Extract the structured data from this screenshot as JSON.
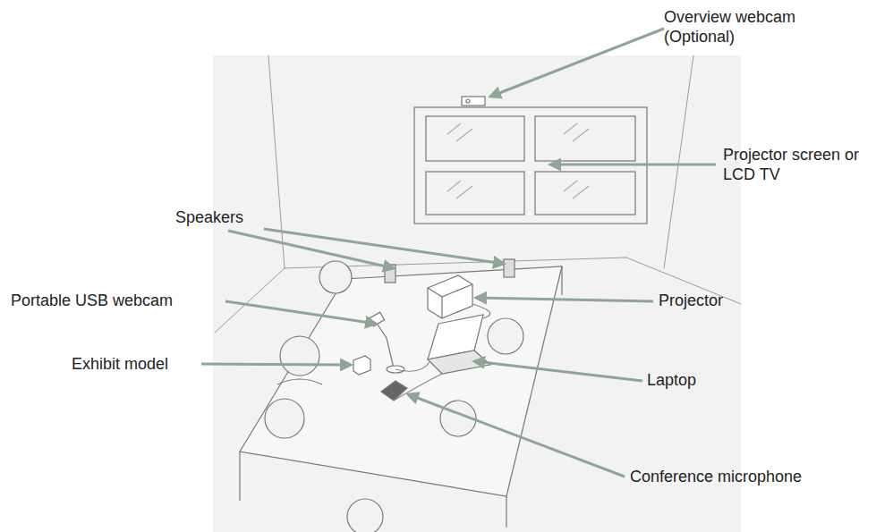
{
  "diagram": {
    "labels": [
      "Overview webcam (Optional)",
      "Projector screen or LCD TV",
      "Speakers",
      "Portable USB webcam",
      "Projector",
      "Exhibit model",
      "Laptop",
      "Conference microphone"
    ]
  }
}
